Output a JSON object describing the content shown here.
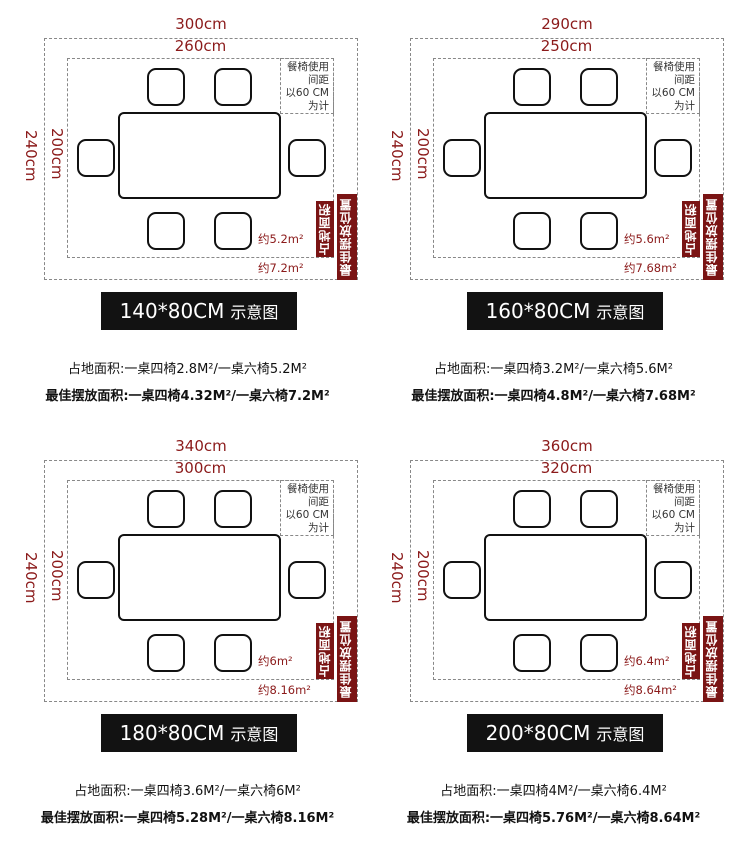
{
  "panels": [
    {
      "outer_width": "300cm",
      "inner_width": "260cm",
      "outer_height": "240cm",
      "inner_height": "200cm",
      "note_lines": [
        "餐椅使用",
        "间距",
        "以60 CM",
        "为计"
      ],
      "tag_footprint": "占地面积",
      "tag_best": "最佳摆放位置",
      "inner_area": "约5.2m²",
      "outer_area": "约7.2m²",
      "banner_model": "140*80CM",
      "banner_suffix": "示意图",
      "footprint_line": "占地面积:一桌四椅2.8M²/一桌六椅5.2M²",
      "best_line": "最佳摆放面积:一桌四椅4.32M²/一桌六椅7.2M²"
    },
    {
      "outer_width": "290cm",
      "inner_width": "250cm",
      "outer_height": "240cm",
      "inner_height": "200cm",
      "note_lines": [
        "餐椅使用",
        "间距",
        "以60 CM",
        "为计"
      ],
      "tag_footprint": "占地面积",
      "tag_best": "最佳摆放位置",
      "inner_area": "约5.6m²",
      "outer_area": "约7.68m²",
      "banner_model": "160*80CM",
      "banner_suffix": "示意图",
      "footprint_line": "占地面积:一桌四椅3.2M²/一桌六椅5.6M²",
      "best_line": "最佳摆放面积:一桌四椅4.8M²/一桌六椅7.68M²"
    },
    {
      "outer_width": "340cm",
      "inner_width": "300cm",
      "outer_height": "240cm",
      "inner_height": "200cm",
      "note_lines": [
        "餐椅使用",
        "间距",
        "以60 CM",
        "为计"
      ],
      "tag_footprint": "占地面积",
      "tag_best": "最佳摆放位置",
      "inner_area": "约6m²",
      "outer_area": "约8.16m²",
      "banner_model": "180*80CM",
      "banner_suffix": "示意图",
      "footprint_line": "占地面积:一桌四椅3.6M²/一桌六椅6M²",
      "best_line": "最佳摆放面积:一桌四椅5.28M²/一桌六椅8.16M²"
    },
    {
      "outer_width": "360cm",
      "inner_width": "320cm",
      "outer_height": "240cm",
      "inner_height": "200cm",
      "note_lines": [
        "餐椅使用",
        "间距",
        "以60 CM",
        "为计"
      ],
      "tag_footprint": "占地面积",
      "tag_best": "最佳摆放位置",
      "inner_area": "约6.4m²",
      "outer_area": "约8.64m²",
      "banner_model": "200*80CM",
      "banner_suffix": "示意图",
      "footprint_line": "占地面积:一桌四椅4M²/一桌六椅6.4M²",
      "best_line": "最佳摆放面积:一桌四椅5.76M²/一桌六椅8.64M²"
    }
  ]
}
